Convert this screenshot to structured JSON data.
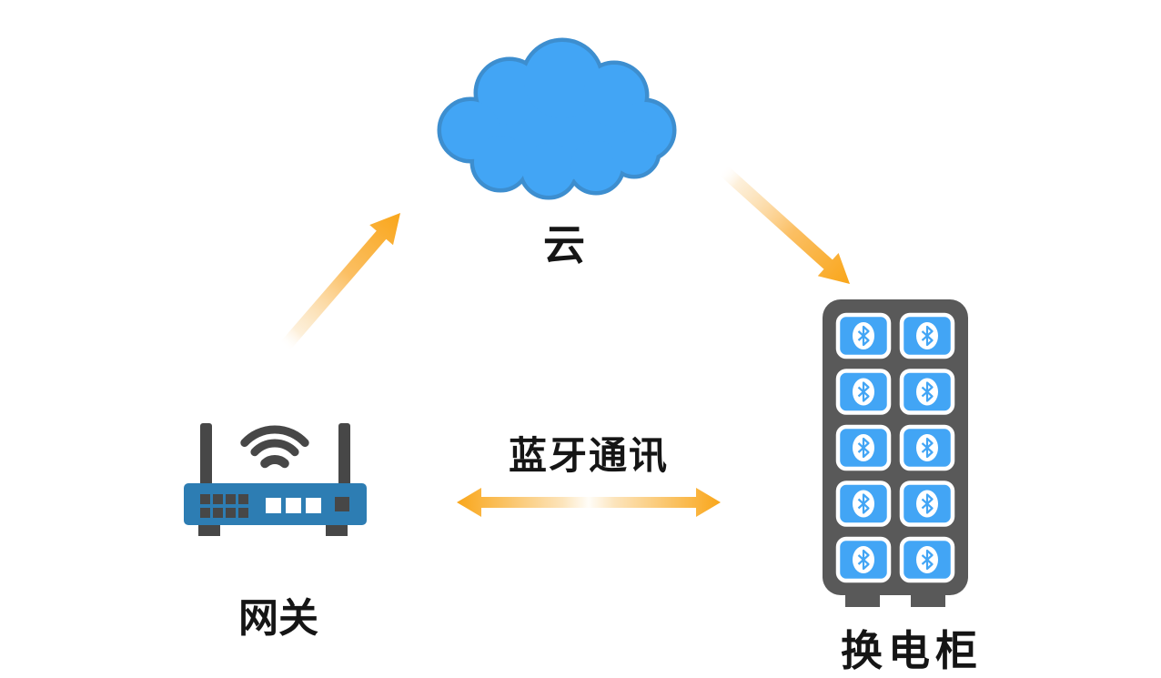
{
  "diagram": {
    "title_hint": "gateway-cloud-cabinet topology",
    "cloud": {
      "label": "云",
      "icon": "cloud-icon"
    },
    "gateway": {
      "label": "网关",
      "icon": "wifi-router-icon"
    },
    "cabinet": {
      "label": "换电柜",
      "icon": "battery-swap-cabinet-icon",
      "cell_icon": "bluetooth-icon",
      "grid": {
        "rows": 5,
        "cols": 2
      },
      "cell_count": 10
    },
    "link": {
      "label": "蓝牙通讯",
      "type": "bidirectional-arrow"
    },
    "connections": [
      {
        "from": "gateway",
        "to": "cloud",
        "style": "orange-gradient-arrow"
      },
      {
        "from": "cloud",
        "to": "cabinet",
        "style": "orange-gradient-arrow"
      },
      {
        "from": "gateway",
        "to": "cabinet",
        "style": "orange-double-arrow",
        "label": "蓝牙通讯"
      }
    ]
  },
  "colors": {
    "background": "#ffffff",
    "cloud_fill": "#42a5f5",
    "cloud_border": "#3d8ecf",
    "router_body_blue": "#2d7db3",
    "router_dark_gray": "#474747",
    "cabinet_gray": "#595959",
    "cell_blue": "#42a5f5",
    "arrow_orange": "#f9a61a",
    "text": "#151515"
  }
}
